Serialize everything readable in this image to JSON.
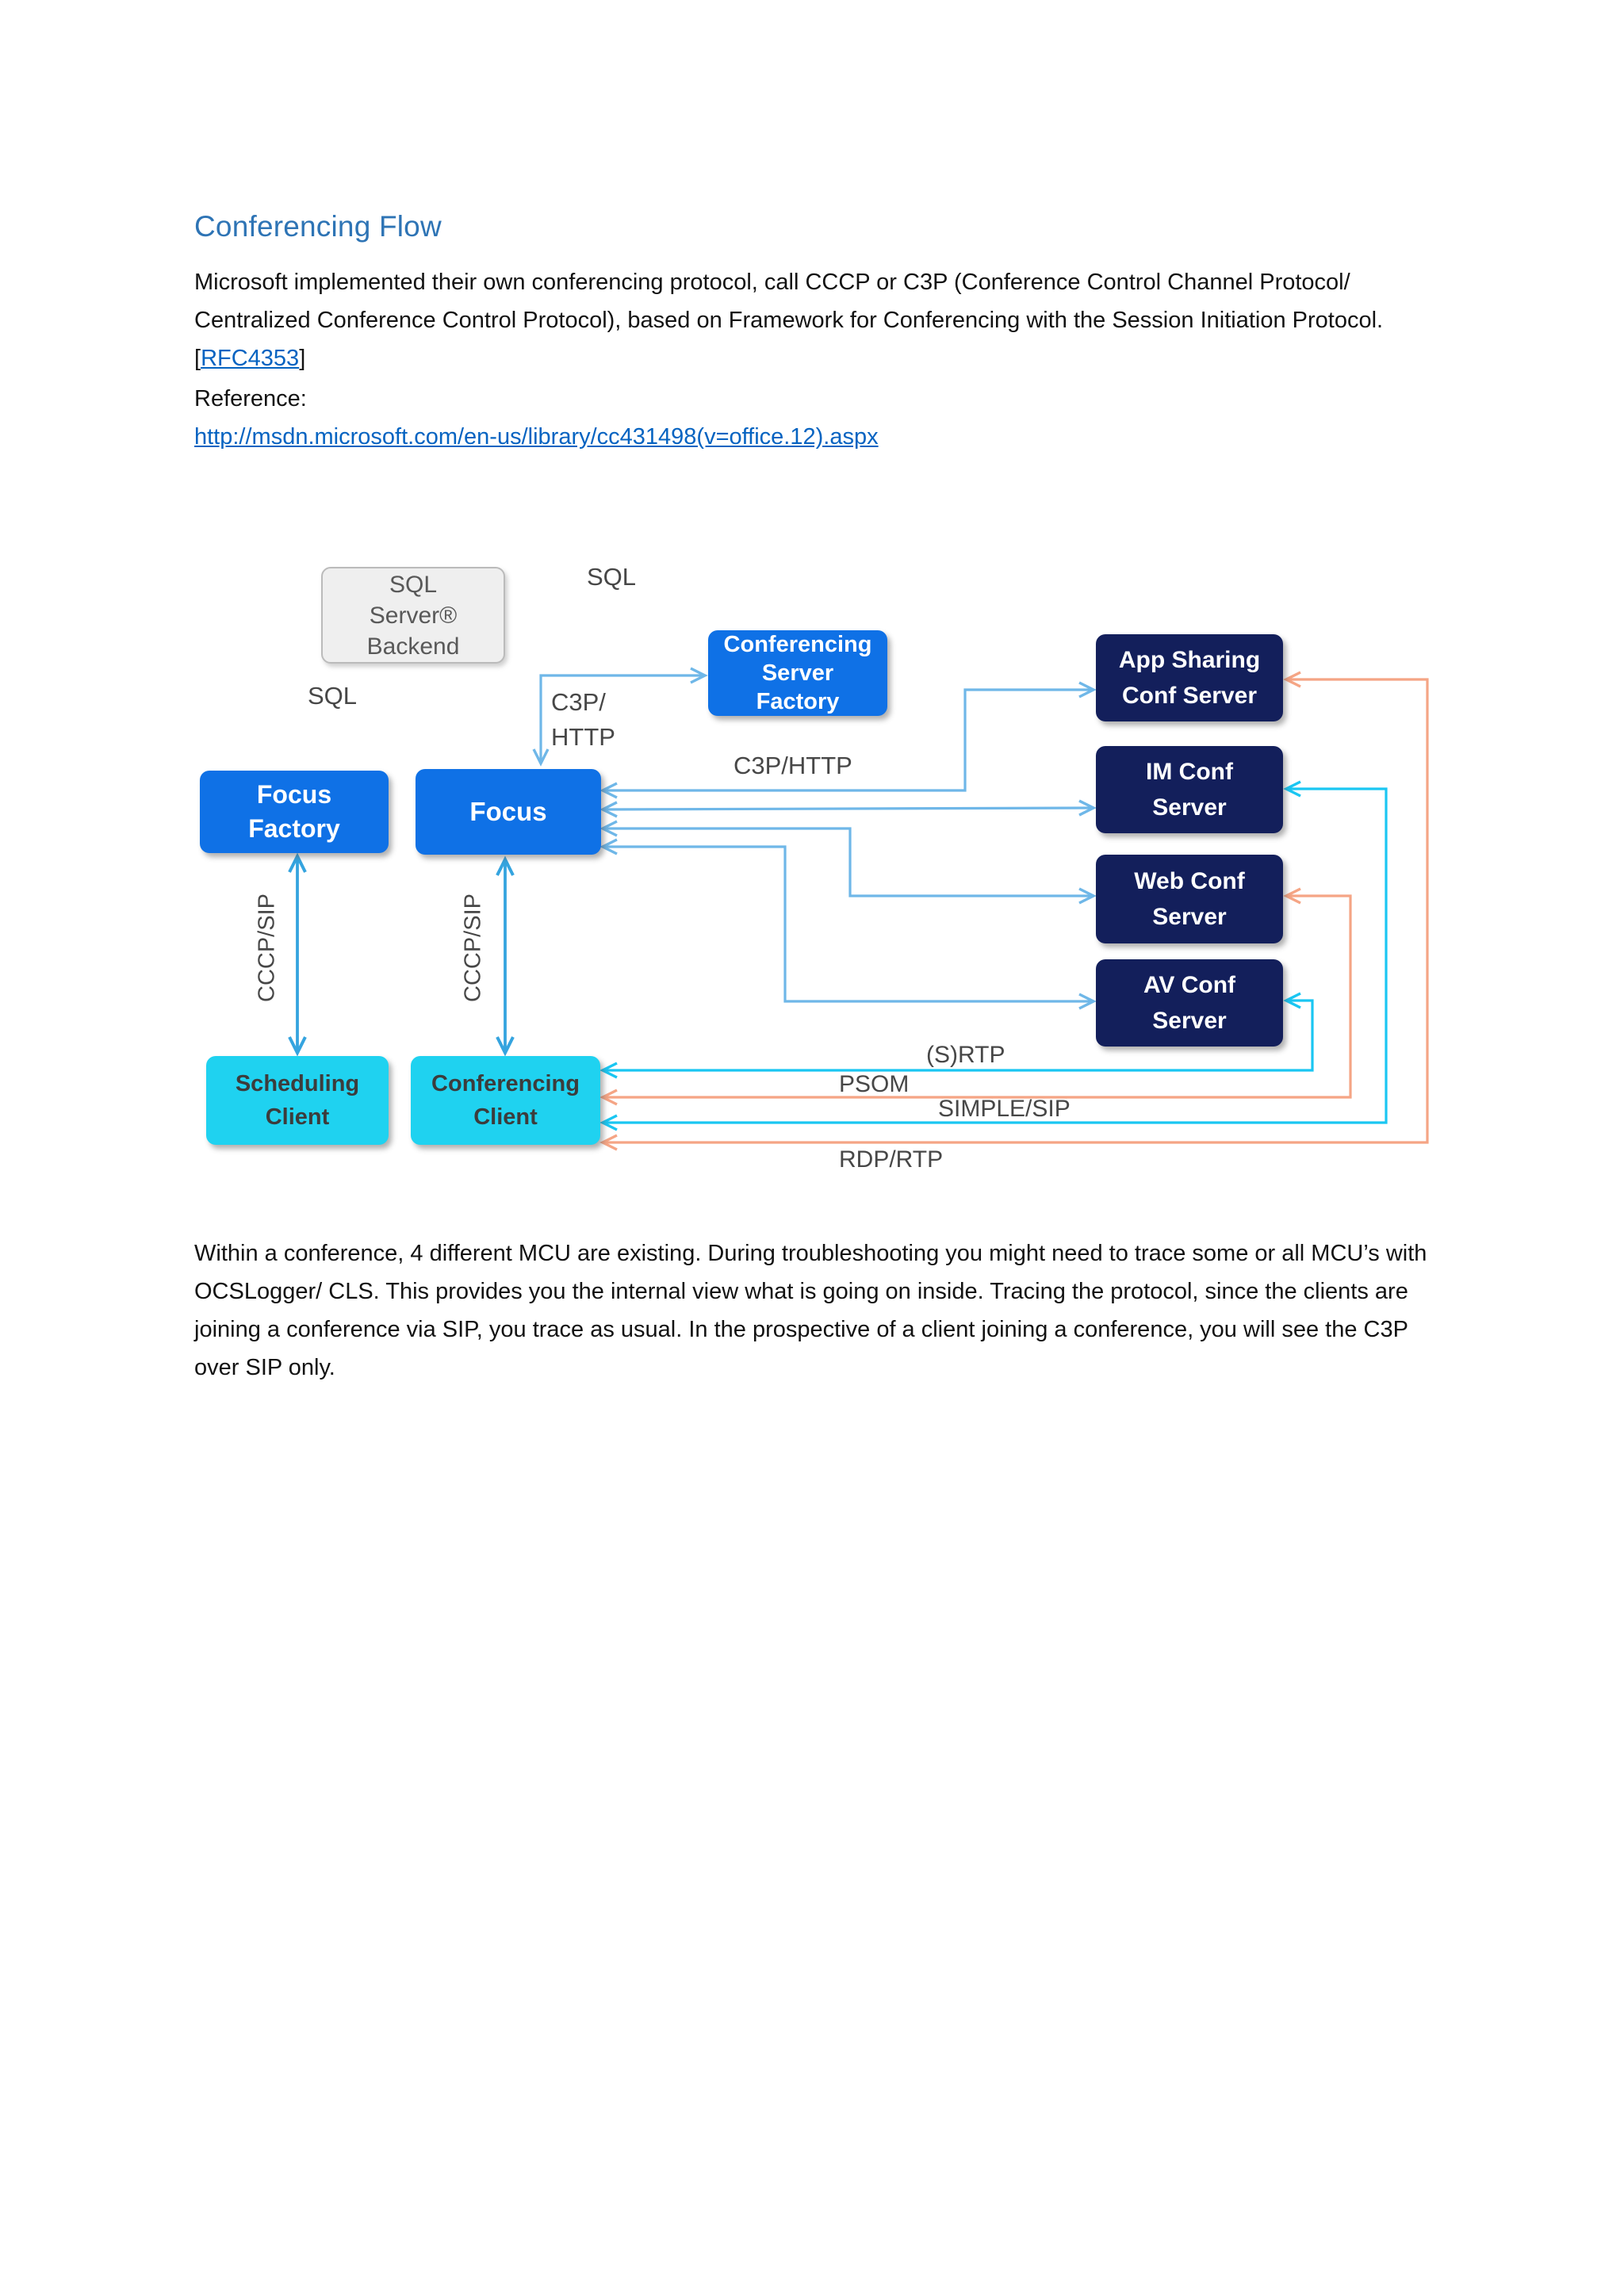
{
  "doc": {
    "title": "Conferencing Flow",
    "intro": {
      "before": "Microsoft implemented their own conferencing protocol, call CCCP or C3P (Conference Control Channel Protocol/ Centralized Conference Control Protocol), based on Framework for Conferencing with the Session Initiation Protocol. [",
      "link": "RFC4353",
      "after": "]"
    },
    "reference_label": "Reference:",
    "reference_url": "http://msdn.microsoft.com/en-us/library/cc431498(v=office.12).aspx",
    "outro": "Within a conference, 4 different MCU are existing. During troubleshooting you might need to trace some or all MCU’s with OCSLogger/ CLS. This provides you the internal view what is going on inside. Tracing the protocol, since the clients are joining a conference via SIP, you trace as usual. In the prospective of a client joining a conference, you will see the C3P over SIP only."
  },
  "diagram": {
    "boxes": {
      "sql_backend": "SQL\nServer®\nBackend",
      "conf_server_factory": "Conferencing\nServer\nFactory",
      "app_sharing": "App Sharing\nConf Server",
      "im_conf": "IM Conf\nServer",
      "web_conf": "Web Conf\nServer",
      "av_conf": "AV Conf\nServer",
      "focus_factory": "Focus\nFactory",
      "focus": "Focus",
      "scheduling_client": "Scheduling\nClient",
      "conferencing_client": "Conferencing\nClient"
    },
    "labels": {
      "sql_top": "SQL",
      "sql_left": "SQL",
      "c3p_http_vertical": "C3P/\nHTTP",
      "c3p_http": "C3P/HTTP",
      "cccp_sip_left": "CCCP/SIP",
      "cccp_sip_right": "CCCP/SIP",
      "srtp": "(S)RTP",
      "psom": "PSOM",
      "simple_sip": "SIMPLE/SIP",
      "rdp_rtp": "RDP/RTP"
    }
  },
  "colors": {
    "heading_blue": "#2E74B5",
    "link_blue": "#0563C1",
    "box_blue": "#0F71E6",
    "box_navy": "#131F5B",
    "box_cyan": "#1FD2F0",
    "box_gray": "#EFEFEF",
    "box_gray_border": "#BBBBBB",
    "gray_text": "#595959",
    "client_text": "#3C3C3C",
    "dark_label": "#474747",
    "arrow_light": "#6FB7E8",
    "arrow_medium": "#35A4DF",
    "arrow_cyan": "#1AC6F2",
    "arrow_salmon": "#F5A585"
  }
}
